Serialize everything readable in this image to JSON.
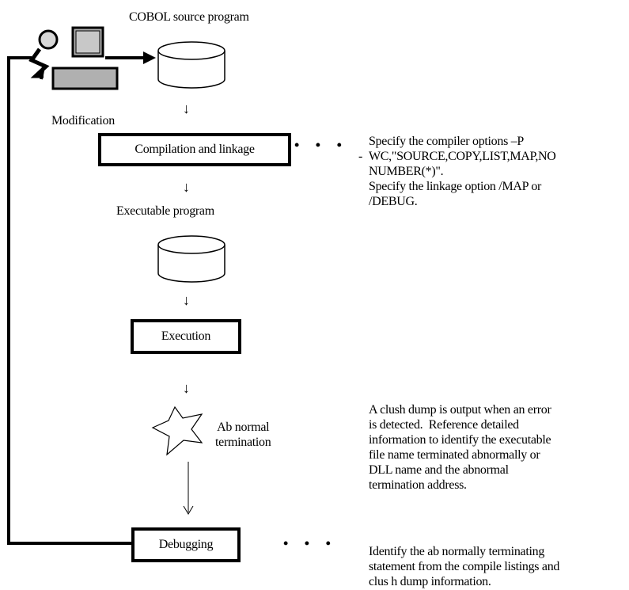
{
  "source_label": "COBOL source program",
  "modification_label": "Modification",
  "compile_box": "Compilation and linkage",
  "executable_label": "Executable program",
  "execution_box": "Execution",
  "abnormal_label": "Ab normal\ntermination",
  "debugging_box": "Debugging",
  "dots": "• • •",
  "down_arrow": "↓",
  "note_compile_prefix": "-",
  "note_compile": "Specify the compiler options –P\nWC,\"SOURCE,COPY,LIST,MAP,NO\nNUMBER(*)\".\nSpecify the linkage option /MAP or\n/DEBUG.",
  "note_abnormal": "A clush dump is output when an error\nis detected.  Reference detailed\ninformation to identify the executable\nfile name terminated abnormally or\nDLL name and the abnormal\ntermination address.",
  "note_debug": "Identify the ab normally terminating\nstatement from the compile listings and\nclus h dump information."
}
